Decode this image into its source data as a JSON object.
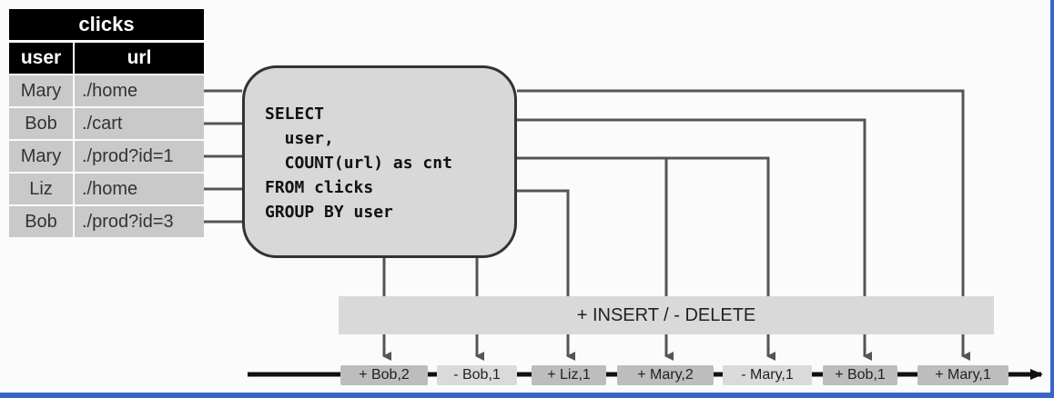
{
  "table": {
    "title": "clicks",
    "headers": {
      "user": "user",
      "url": "url"
    },
    "rows": [
      {
        "user": "Mary",
        "url": "./home"
      },
      {
        "user": "Bob",
        "url": "./cart"
      },
      {
        "user": "Mary",
        "url": "./prod?id=1"
      },
      {
        "user": "Liz",
        "url": "./home"
      },
      {
        "user": "Bob",
        "url": "./prod?id=3"
      }
    ]
  },
  "query": {
    "lines": [
      "SELECT",
      "  user,",
      "  COUNT(url) as cnt",
      "FROM clicks",
      "GROUP BY user"
    ]
  },
  "ops_label": "+ INSERT / - DELETE",
  "changelog": [
    {
      "label": "+ Bob,2",
      "kind": "insert"
    },
    {
      "label": "- Bob,1",
      "kind": "delete"
    },
    {
      "label": "+ Liz,1",
      "kind": "insert"
    },
    {
      "label": "+ Mary,2",
      "kind": "insert"
    },
    {
      "label": "- Mary,1",
      "kind": "delete"
    },
    {
      "label": "+ Bob,1",
      "kind": "insert"
    },
    {
      "label": "+ Mary,1",
      "kind": "insert"
    }
  ],
  "colors": {
    "line": "#555555",
    "header": "#000000",
    "cell": "#c9c9c9",
    "accent": "#3a66c7"
  }
}
